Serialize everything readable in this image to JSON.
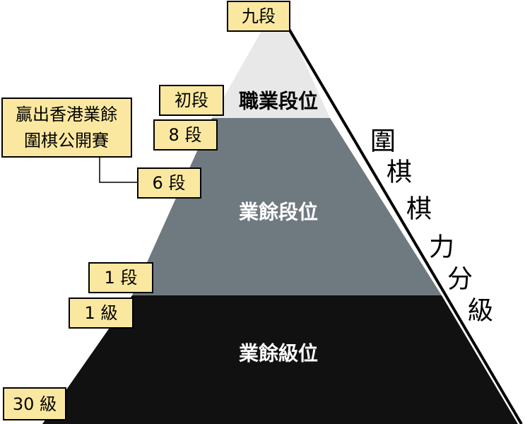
{
  "tiers": {
    "professional": "職業段位",
    "amateur_dan": "業餘段位",
    "amateur_kyu": "業餘級位"
  },
  "vertical_title": [
    "圍",
    "棋",
    "棋",
    "力",
    "分",
    "級"
  ],
  "rank_labels": {
    "nine_dan": "九段",
    "shodan_pro": "初段",
    "eight_dan": "8 段",
    "six_dan": "6 段",
    "one_dan": "1 段",
    "one_kyu": "1 級",
    "thirty_kyu": "30 級"
  },
  "callout": {
    "line1": "贏出香港業餘",
    "line2": "圍棋公開賽"
  },
  "colors": {
    "professional_tier": "#e8e8e8",
    "amateur_dan_tier": "#6f7a80",
    "amateur_kyu_tier": "#111111",
    "label_box": "#fbe8a0"
  }
}
